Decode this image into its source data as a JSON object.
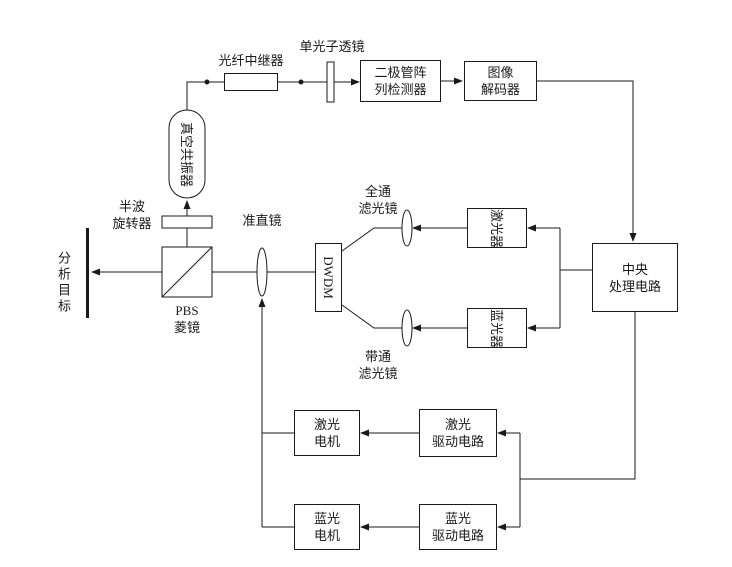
{
  "figure": {
    "bg": "#ffffff",
    "ink": "#1a1a1a"
  },
  "nodes": {
    "analysis_target": "分析目标",
    "half_wave_rotator": [
      "半波",
      "旋转器"
    ],
    "pbs_prism": [
      "PBS",
      "菱镜"
    ],
    "vacuum_resonator": "真空共振器",
    "fiber_repeater": "光纤中继器",
    "single_photon_lens": "单光子透镜",
    "diode_array_detector": [
      "二极管阵",
      "列检测器"
    ],
    "image_decoder": [
      "图像",
      "解码器"
    ],
    "collimating_lens": "准直镜",
    "dwdm": "DWDM",
    "all_pass_filter": [
      "全通",
      "滤光镜"
    ],
    "band_pass_filter": [
      "带通",
      "滤光镜"
    ],
    "laser": "激光器",
    "blue_light_device": "蓝光器",
    "central_processing_circuit": [
      "中央",
      "处理电路"
    ],
    "laser_motor": [
      "激光",
      "电机"
    ],
    "laser_drive_circuit": [
      "激光",
      "驱动电路"
    ],
    "blue_motor": [
      "蓝光",
      "电机"
    ],
    "blue_drive_circuit": [
      "蓝光",
      "驱动电路"
    ]
  }
}
